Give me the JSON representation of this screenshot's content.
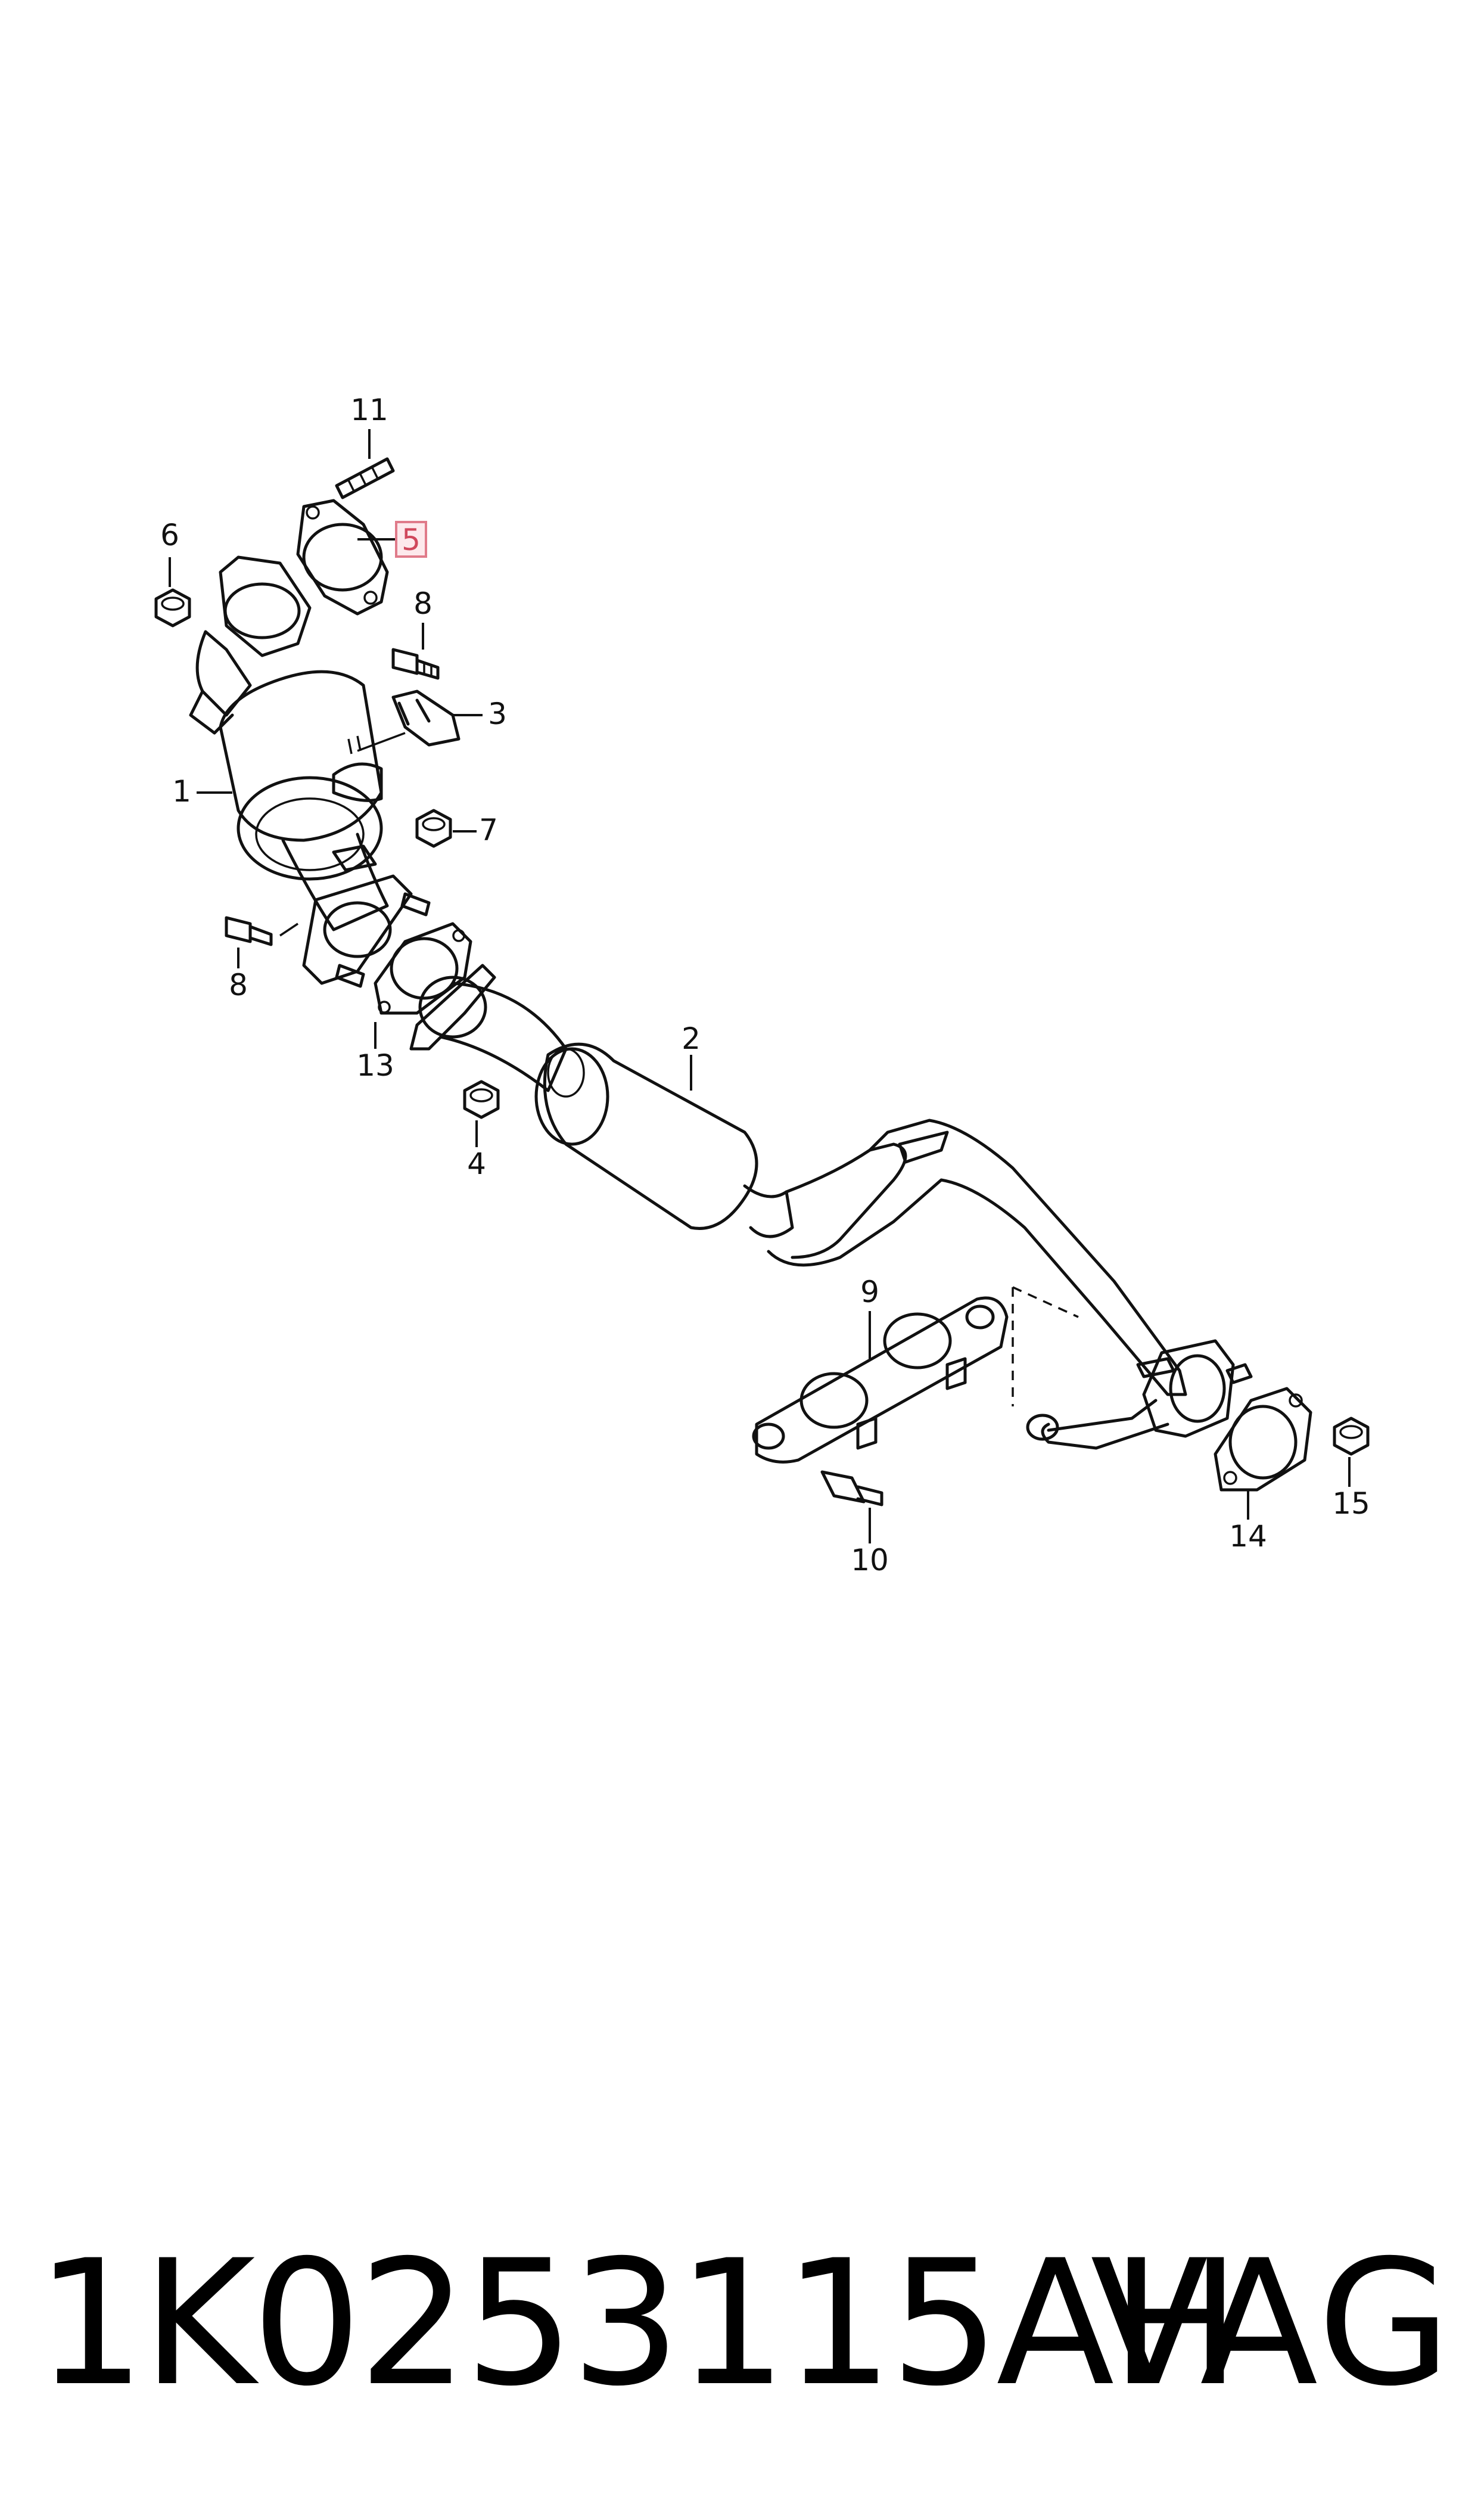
{
  "callouts": {
    "c1": "1",
    "c2": "2",
    "c3": "3",
    "c4": "4",
    "c5": "5",
    "c6": "6",
    "c7": "7",
    "c8a": "8",
    "c8b": "8",
    "c9": "9",
    "c10": "10",
    "c11": "11",
    "c13": "13",
    "c14": "14",
    "c15": "15"
  },
  "highlighted_callout": "5",
  "colors": {
    "highlight_fill": "#fde9ec",
    "highlight_stroke": "#e07b8a",
    "line": "#111111"
  },
  "footer": {
    "part_number": "1K0253115AH",
    "brand": "VAG"
  }
}
